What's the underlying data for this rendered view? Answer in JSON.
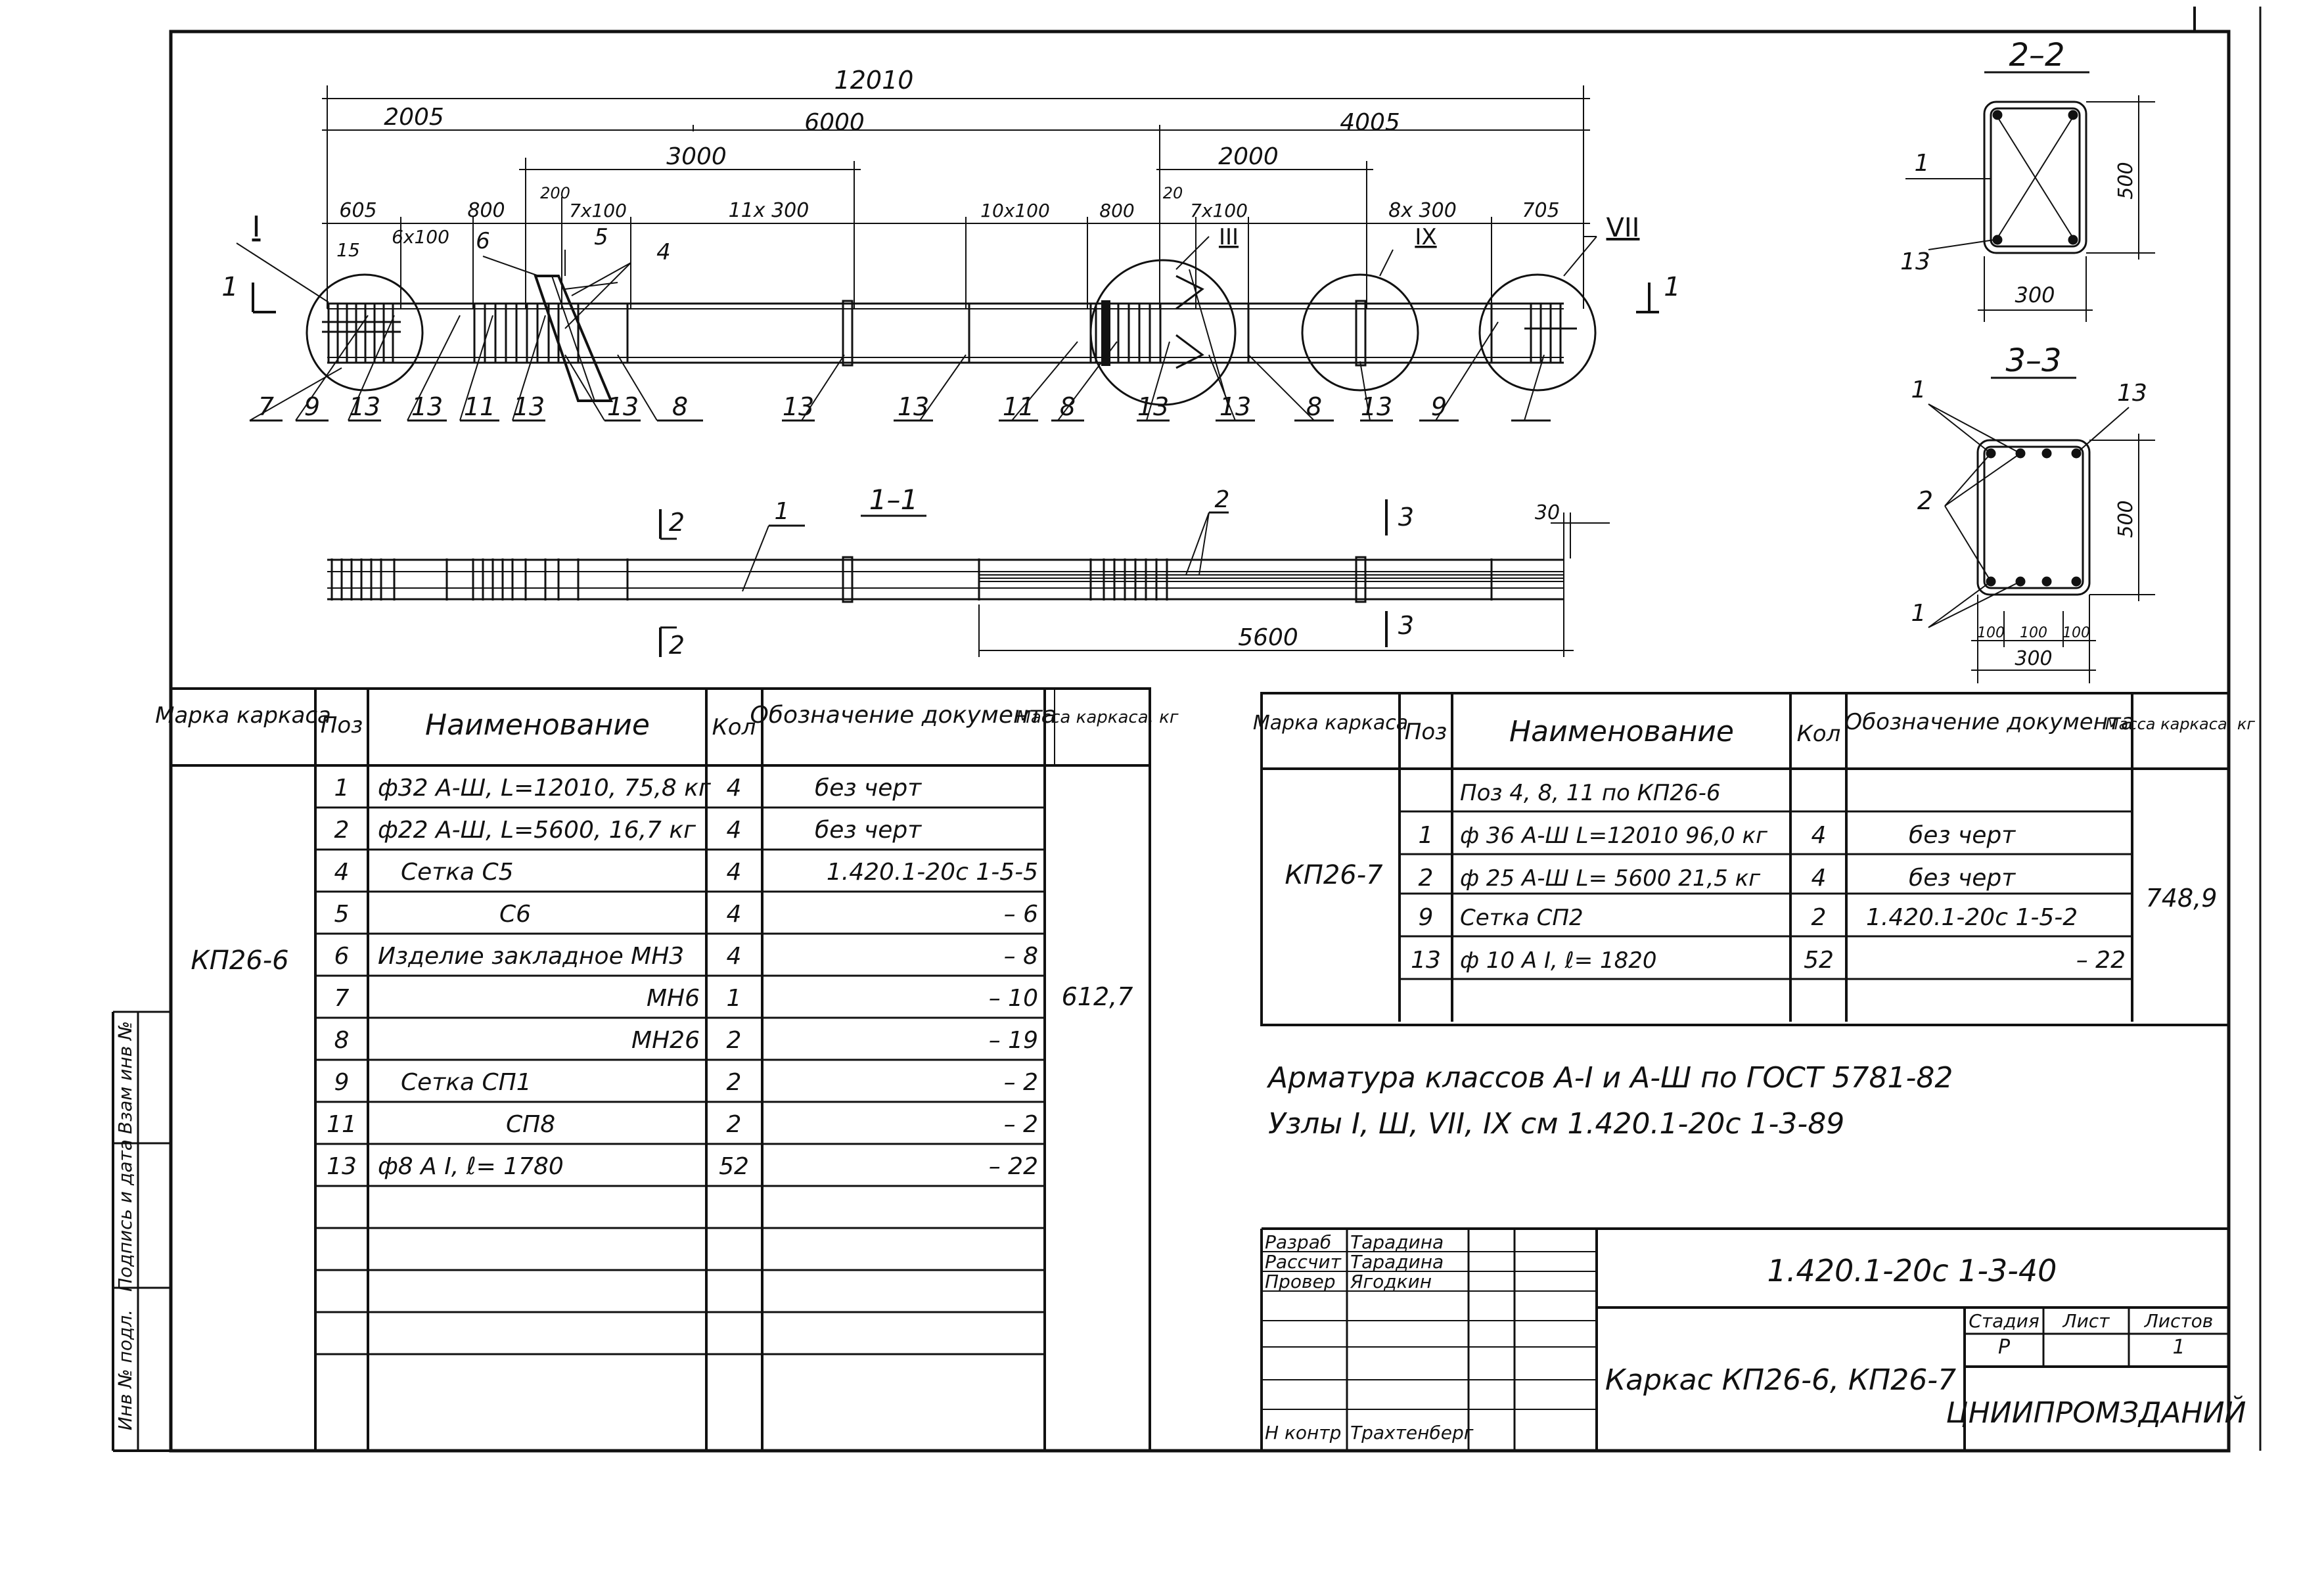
{
  "drawing": {
    "dims": {
      "total": "12010",
      "d2005": "2005",
      "d6000": "6000",
      "d4005": "4005",
      "d3000": "3000",
      "d2000": "2000",
      "d605": "605",
      "d800": "800",
      "d200": "200",
      "s7x100a": "7х100",
      "s11x300": "11х 300",
      "s10x100": "10х100",
      "d800b": "800",
      "d20": "20",
      "s7x100b": "7х100",
      "s8x300": "8х 300",
      "d705": "705",
      "d15": "15",
      "s6x100": "6х100",
      "d30": "30",
      "d5600": "5600"
    },
    "callouts_top": [
      "6",
      "5",
      "4",
      "III",
      "IX",
      "I",
      "VII"
    ],
    "callouts_bottom": [
      "7",
      "9",
      "13",
      "13",
      "11",
      "13",
      "13",
      "8",
      "13",
      "13",
      "11",
      "8",
      "13",
      "13",
      "8",
      "13",
      "9"
    ],
    "sections": {
      "cut1": "1",
      "cut1b": "1",
      "sec11": "1–1",
      "sec22": "2–2",
      "sec33": "3–3",
      "mark2": "2",
      "mark2b": "2",
      "mark3": "3",
      "mark3b": "3",
      "pos1": "1",
      "pos2": "2"
    },
    "section22": {
      "h": "500",
      "w": "300",
      "p1": "1",
      "p13": "13"
    },
    "section33": {
      "h": "500",
      "w": "300",
      "s100a": "100",
      "s100b": "100",
      "s100c": "100",
      "p1a": "1",
      "p1b": "1",
      "p2": "2",
      "p13": "13"
    }
  },
  "table1": {
    "headers": [
      "Марка каркаса",
      "Поз",
      "Наименование",
      "Кол",
      "Обозначение документа",
      "Масса каркаса, кг"
    ],
    "mark": "КП26-6",
    "mass": "612,7",
    "rows": [
      {
        "pos": "1",
        "name": "ф32 А-Ш, L=12010, 75,8 кг",
        "qty": "4",
        "doc": "без черт"
      },
      {
        "pos": "2",
        "name": "ф22 А-Ш, L=5600, 16,7 кг",
        "qty": "4",
        "doc": "без черт"
      },
      {
        "pos": "4",
        "name": "Сетка С5",
        "qty": "4",
        "doc": "1.420.1-20с 1-5-5"
      },
      {
        "pos": "5",
        "name": "С6",
        "qty": "4",
        "doc": "– 6"
      },
      {
        "pos": "6",
        "name": "Изделие закладное МН3",
        "qty": "4",
        "doc": "– 8"
      },
      {
        "pos": "7",
        "name": "МН6",
        "qty": "1",
        "doc": "– 10"
      },
      {
        "pos": "8",
        "name": "МН26",
        "qty": "2",
        "doc": "– 19"
      },
      {
        "pos": "9",
        "name": "Сетка СП1",
        "qty": "2",
        "doc": "– 2"
      },
      {
        "pos": "11",
        "name": "СП8",
        "qty": "2",
        "doc": "– 2"
      },
      {
        "pos": "13",
        "name": "ф8 А I, ℓ= 1780",
        "qty": "52",
        "doc": "– 22"
      }
    ]
  },
  "table2": {
    "headers": [
      "Марка каркаса",
      "Поз",
      "Наименование",
      "Кол",
      "Обозначение документа",
      "Масса каркаса, кг"
    ],
    "mark": "КП26-7",
    "mass": "748,9",
    "rows": [
      {
        "pos": "",
        "name": "Поз 4, 8, 11 по КП26-6",
        "qty": "",
        "doc": ""
      },
      {
        "pos": "1",
        "name": "ф 36 А-Ш L=12010 96,0 кг",
        "qty": "4",
        "doc": "без черт"
      },
      {
        "pos": "2",
        "name": "ф 25 А-Ш L= 5600 21,5 кг",
        "qty": "4",
        "doc": "без черт"
      },
      {
        "pos": "9",
        "name": "Сетка СП2",
        "qty": "2",
        "doc": "1.420.1-20с 1-5-2"
      },
      {
        "pos": "13",
        "name": "ф 10 А I, ℓ= 1820",
        "qty": "52",
        "doc": "– 22"
      }
    ]
  },
  "notes": {
    "line1": "Арматура классов А-I и А-Ш по ГОСТ 5781-82",
    "line2": "Узлы I, Ш, VII, IX см 1.420.1-20с 1-3-89"
  },
  "side_stamp": [
    "Инв № подл.",
    "Подпись и дата",
    "Взам инв №"
  ],
  "title_block": {
    "roles": [
      "Разраб",
      "Рассчит",
      "Провер",
      "",
      "",
      "",
      "Н контр"
    ],
    "names": [
      "Тарадина",
      "Тарадина",
      "Ягодкин",
      "",
      "",
      "",
      "Трахтенберг"
    ],
    "code": "1.420.1-20с 1-3-40",
    "title": "Каркас КП26-6, КП26-7",
    "stage_label": "Стадия",
    "sheet_label": "Лист",
    "sheets_label": "Листов",
    "stage": "Р",
    "sheets": "1",
    "org": "ЦНИИПРОМЗДАНИЙ"
  }
}
